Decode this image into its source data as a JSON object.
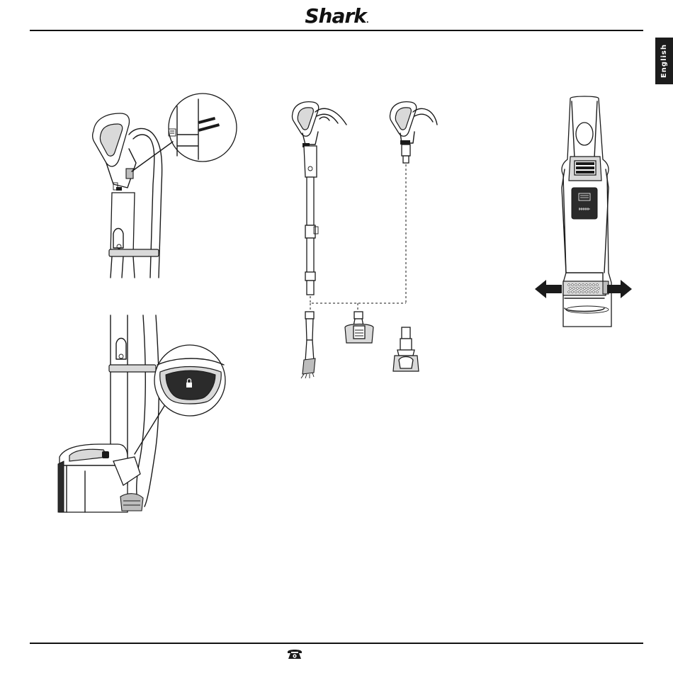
{
  "header": {
    "brand": "Shark",
    "brand_mark": "."
  },
  "language_tab": {
    "label": "English"
  },
  "figures": [
    {
      "id": "hose-release-handle"
    },
    {
      "id": "lift-away-lock"
    },
    {
      "id": "accessory-attachments"
    },
    {
      "id": "brushroll-slider"
    }
  ],
  "icons": {
    "phone": "telephone-icon",
    "lock": "lock-icon",
    "arrow_left": "arrow-left-icon",
    "arrow_right": "arrow-right-icon"
  },
  "colors": {
    "ink": "#1a1a1a",
    "tab_background": "#1c1c1c",
    "tab_text": "#ffffff"
  }
}
